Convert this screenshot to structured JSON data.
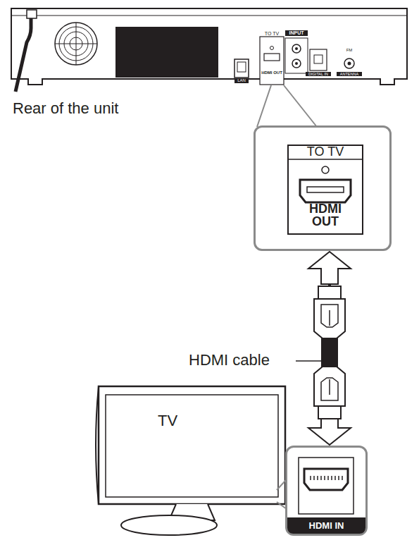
{
  "diagram": {
    "nodes": [
      {
        "text": [
          "TO TV",
          "HDMI OUT"
        ]
      },
      {
        "text": [
          "HDMI IN"
        ]
      }
    ],
    "edges": [
      {
        "from": 0,
        "to": 1,
        "arrow": "both"
      }
    ],
    "labels": [
      "Rear of the unit",
      "HDMI cable",
      "TV",
      "LAN",
      "TO TV",
      "HDMI OUT",
      "INPUT",
      "DIGITAL IN",
      "FM",
      "ANTENNA"
    ]
  }
}
